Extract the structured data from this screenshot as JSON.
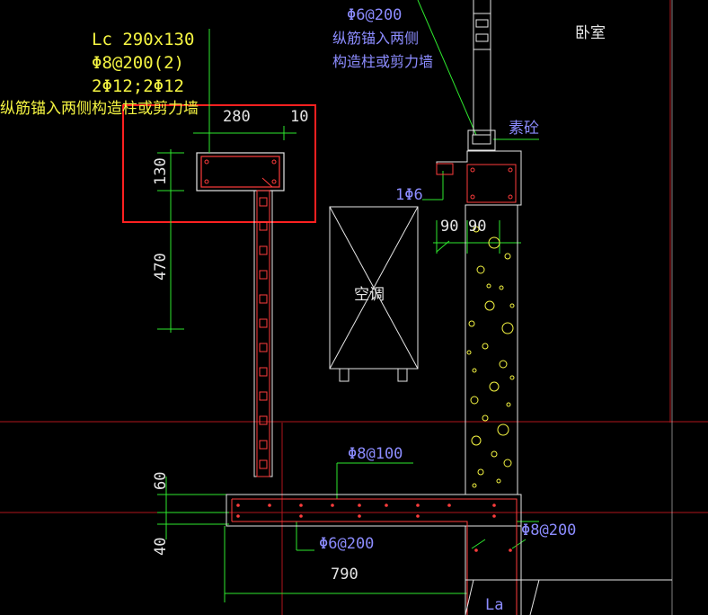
{
  "labels": {
    "beam_code": "Lc 290x130",
    "stirrup": "Φ8@200(2)",
    "main_bars": "2Φ12;2Φ12",
    "anchor_note_left": "纵筋锚入两侧构造柱或剪力墙",
    "dim_280": "280",
    "dim_10": "10",
    "dim_130": "130",
    "dim_470": "470",
    "ac_unit": "空调",
    "top_bar": "Φ6@200",
    "anchor_note_right_line1": "纵筋锚入两侧",
    "anchor_note_right_line2": "构造柱或剪力墙",
    "bedroom": "卧室",
    "plain_concrete": "素砼",
    "bar_1phi6": "1Φ6",
    "dim_90a": "90",
    "dim_90b": "90",
    "slab_top_bar": "Φ8@100",
    "dim_60": "60",
    "dim_40": "40",
    "slab_bottom_bar": "Φ6@200",
    "wall_bar": "Φ8@200",
    "dim_790": "790",
    "anchorage": "La"
  },
  "colors": {
    "background": "#000000",
    "cad_red": "#ff3c3c",
    "cad_yellow": "#f5f542",
    "cad_green": "#2ee82e",
    "cad_blue": "#8c8cff",
    "cad_white": "#e6e6e6",
    "axis_red": "#b0161c",
    "highlight_box": "#ff2020"
  }
}
